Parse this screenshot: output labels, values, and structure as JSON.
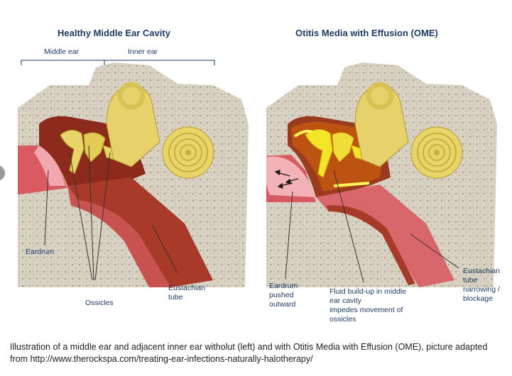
{
  "left_panel": {
    "title": "Healthy Middle Ear Cavity",
    "bracket_middle": "Middle ear",
    "bracket_inner": "Inner ear",
    "label_eardrum": "Eardrum",
    "label_ossicles": "Ossicles",
    "label_eustachian_1": "Eustachian",
    "label_eustachian_2": "tube"
  },
  "right_panel": {
    "title": "Otitis Media with Effusion (OME)",
    "label_eardrum": "Eardrum",
    "label_pushed_1": "pushed",
    "label_pushed_2": "outward",
    "label_fluid_1": "Fluid build-up in middle",
    "label_fluid_2": "ear cavity",
    "label_impedes_1": "impedes movement of",
    "label_impedes_2": "ossicles",
    "label_eustachian_1": "Eustachian",
    "label_eustachian_2": "tube",
    "label_narrowing_1": "narrowing /",
    "label_narrowing_2": "blockage"
  },
  "caption": "Illustration of a middle ear and adjacent inner ear witholut (left) and with Otitis Media with Effusion (OME), picture adapted from http://www.therockspa.com/treating-ear-infections-naturally-halotherapy/",
  "colors": {
    "title": "#1f3b63",
    "label": "#1f3b63",
    "highlight": "#d21f1f",
    "bone": "#d6cfc0",
    "tissue": "#c8524f",
    "cavity": "#8c2a1c",
    "ossicle": "#e8d56a",
    "fluid": "#f3e628"
  }
}
